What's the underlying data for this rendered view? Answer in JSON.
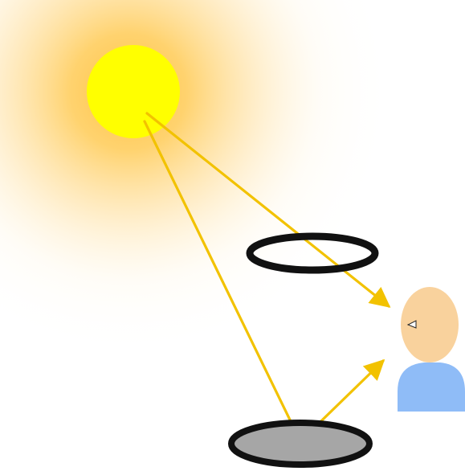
{
  "diagram": {
    "description_visible_text": "",
    "colors": {
      "background": "#ffffff",
      "sun_core": "#ffff00",
      "sun_glow": "#ffc640",
      "light_ray": "#f2c200",
      "ring_stroke": "#111111",
      "shadow_fill": "#a6a6a6",
      "person_head": "#f9d29d",
      "person_body": "#8fbcf7",
      "eye": "#ffffff"
    },
    "elements": {
      "sun": "sun",
      "ring": "ring",
      "shadow": "shadow",
      "observer": "observer",
      "direct_ray": "direct-ray",
      "reflected_ray": "reflected-ray"
    }
  }
}
